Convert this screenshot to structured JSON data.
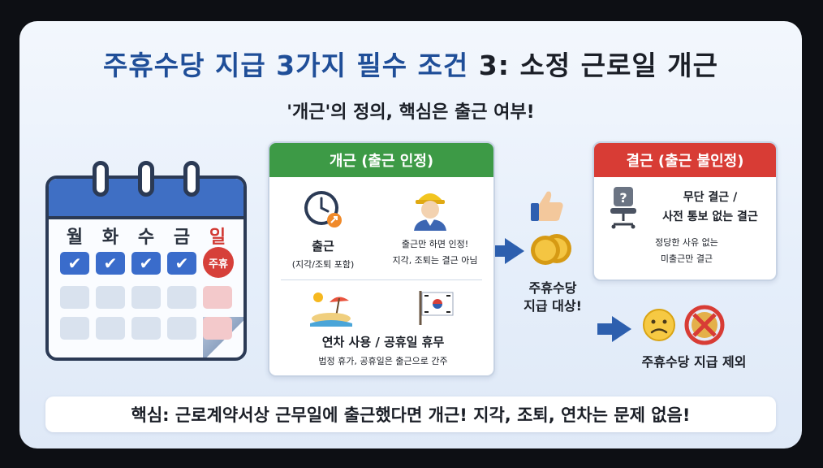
{
  "title": {
    "part1": "주휴수당 지급 3가지 필수 조건",
    "part2": "3: 소정 근로일 개근"
  },
  "subtitle": "'개근'의 정의, 핵심은 출근 여부!",
  "calendar": {
    "days": [
      "월",
      "화",
      "수",
      "금",
      "일"
    ],
    "holiday_label": "주휴"
  },
  "green_panel": {
    "header": "개근 (출근 인정)",
    "item1_title": "출근",
    "item1_sub": "(지각/조퇴 포함)",
    "item2_line1": "출근만 하면 인정!",
    "item2_line2": "지각, 조퇴는 결근 아님",
    "item3_title": "연차 사용 / 공휴일 휴무",
    "item3_sub": "법정 휴가, 공휴일은 출근으로 간주"
  },
  "middle": {
    "line1": "주휴수당",
    "line2": "지급 대상!"
  },
  "red_panel": {
    "header": "결근 (출근 불인정)",
    "line1": "무단 결근 /",
    "line2": "사전 통보 없는 결근",
    "line3": "정당한 사유 없는",
    "line4": "미출근만 결근"
  },
  "exclude_text": "주휴수당 지급 제외",
  "bottom": "핵심: 근로계약서상 근무일에 출근했다면 개근! 지각, 조퇴, 연차는 문제 없음!",
  "colors": {
    "title_blue": "#1f4e98",
    "green": "#3d9a46",
    "red": "#d83c35",
    "calendar_blue": "#3f6fc4"
  },
  "icons": [
    "clock-icon",
    "worker-icon",
    "beach-icon",
    "korea-flag-icon",
    "thumbs-up-icon",
    "coins-icon",
    "empty-chair-icon",
    "sad-face-icon",
    "no-coins-icon"
  ]
}
